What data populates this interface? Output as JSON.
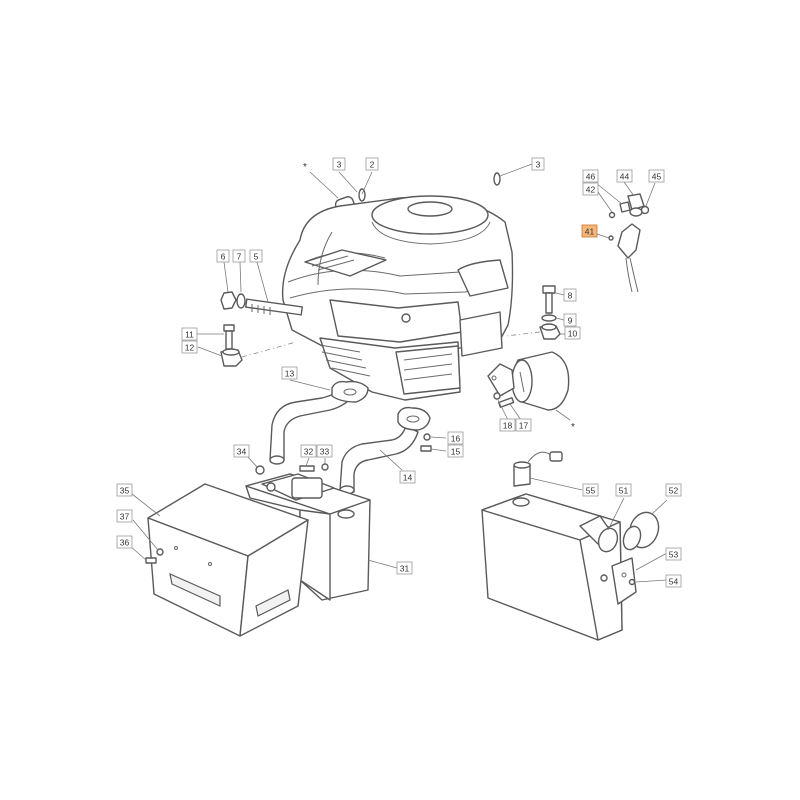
{
  "diagram": {
    "highlight_color": "#f6b87a",
    "labels": {
      "l1": "3",
      "l2": "2",
      "l3": "3",
      "l4": "46",
      "l5": "44",
      "l6": "45",
      "l7": "42",
      "l8": "41",
      "l9": "6",
      "l10": "7",
      "l11": "5",
      "l12": "8",
      "l13": "9",
      "l14": "10",
      "l15": "11",
      "l16": "12",
      "l17": "13",
      "l18": "18",
      "l19": "17",
      "l20": "16",
      "l21": "15",
      "l22": "34",
      "l23": "32",
      "l24": "33",
      "l25": "14",
      "l26": "35",
      "l27": "37",
      "l28": "36",
      "l29": "31",
      "l30": "55",
      "l31": "51",
      "l32": "52",
      "l33": "53",
      "l34": "54",
      "star1": "*",
      "star2": "*"
    }
  }
}
